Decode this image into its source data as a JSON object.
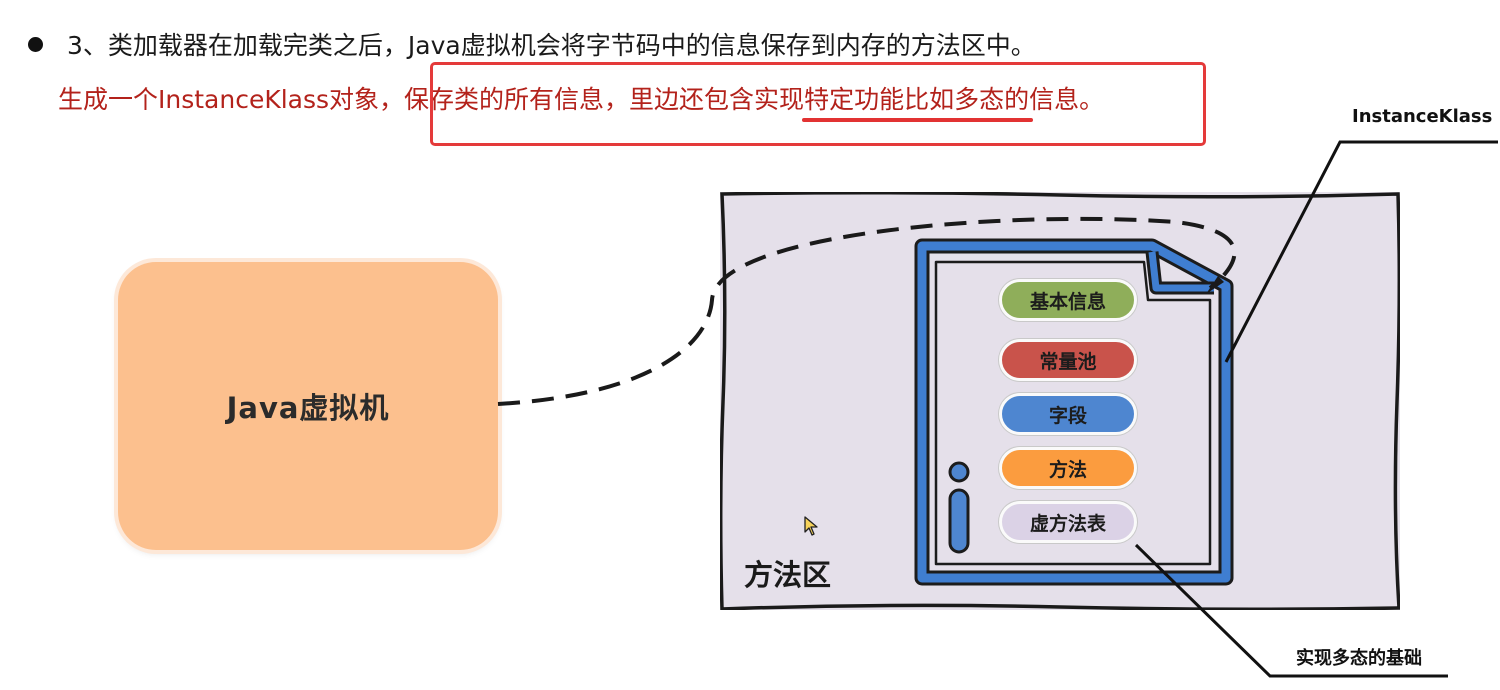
{
  "heading": {
    "point": "3、类加载器在加载完类之后，Java虚拟机会将字节码中的信息保存到内存的方法区中。",
    "sub_prefix": "生成一个InstanceKlass对象，",
    "sub_boxed_plain": "保存类的所有信息，里边还包含实现",
    "sub_boxed_underlined": "特定功能比如多态的",
    "sub_boxed_tail": "信息",
    "sub_end": "。"
  },
  "jvm": {
    "label": "Java虚拟机"
  },
  "method_area": {
    "label": "方法区"
  },
  "instance_klass": {
    "sections": [
      {
        "label": "基本信息",
        "color": "#8fae5a"
      },
      {
        "label": "常量池",
        "color": "#c9534b"
      },
      {
        "label": "字段",
        "color": "#4e86d0"
      },
      {
        "label": "方法",
        "color": "#fb9c3f"
      },
      {
        "label": "虚方法表",
        "color": "#dbd2e6"
      }
    ],
    "info_glyph": "i"
  },
  "callouts": {
    "instance_klass": "InstanceKlass",
    "polymorphism": "实现多态的基础"
  },
  "colors": {
    "highlight": "#e43a3a",
    "sub_text": "#b3221b",
    "document_stroke": "#3f7ed1",
    "jvm_fill": "#fcc08e",
    "method_area_fill": "#e5e0ea"
  }
}
